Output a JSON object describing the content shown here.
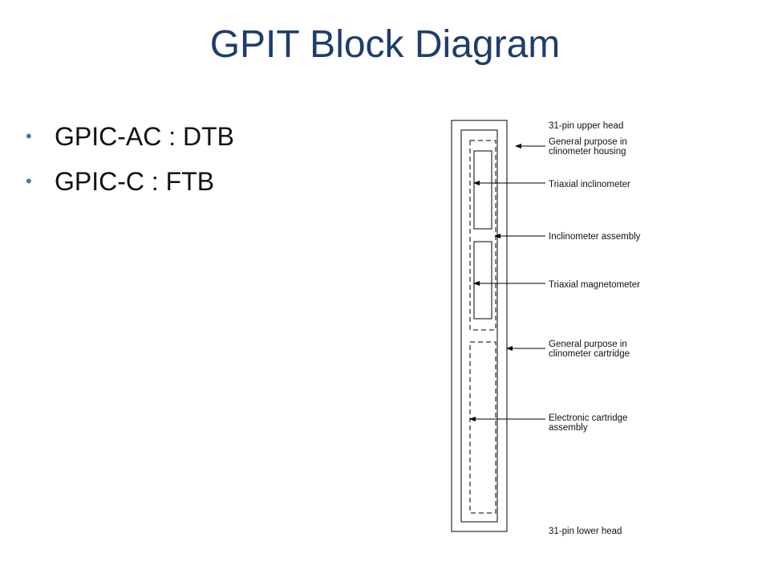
{
  "title": "GPIT Block Diagram",
  "bullets": [
    "GPIC-AC : DTB",
    "GPIC-C : FTB"
  ],
  "bullet_symbol": "•",
  "colors": {
    "title": "#1f3d6b",
    "bullet_dot": "#4a77b4",
    "text": "#111111",
    "diagram_stroke": "#000000"
  },
  "diagram": {
    "labels": {
      "upper_head": "31-pin upper head",
      "housing_line1": "General purpose in",
      "housing_line2": "clinometer housing",
      "triaxial_inclinometer": "Triaxial inclinometer",
      "inclinometer_assembly": "Inclinometer assembly",
      "triaxial_magnetometer": "Triaxial magnetometer",
      "cartridge_line1": "General purpose in",
      "cartridge_line2": "clinometer cartridge",
      "electronic_line1": "Electronic cartridge",
      "electronic_line2": "assembly",
      "lower_head": "31-pin lower head"
    }
  }
}
